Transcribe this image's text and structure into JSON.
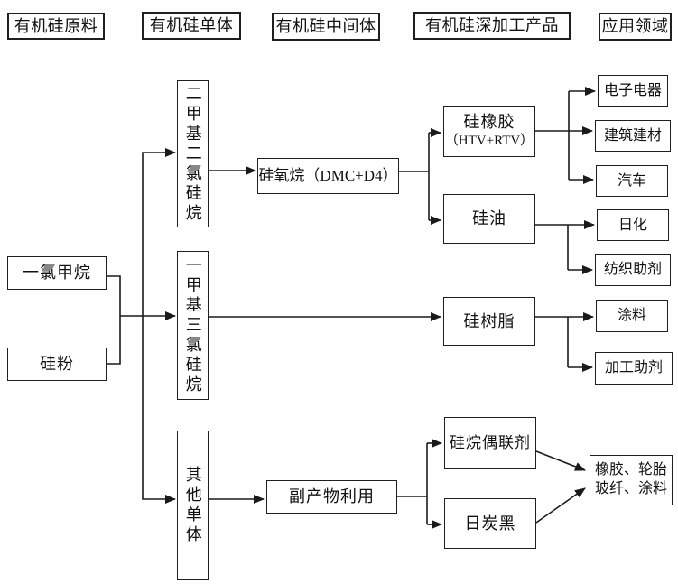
{
  "headers": {
    "raw_materials": "有机硅原料",
    "monomers": "有机硅单体",
    "intermediates": "有机硅中间体",
    "products": "有机硅深加工产品",
    "applications": "应用领域"
  },
  "nodes": {
    "chloromethane": "一氯甲烷",
    "silicon_powder": "硅粉",
    "dimethyldichlorosilane": "二甲基二氯硅烷",
    "methyltrichlorosilane": "一甲基三氯硅烷",
    "other_monomers": "其他单体",
    "siloxane": "硅氧烷（DMC+D4）",
    "byproduct_utilization": "副产物利用",
    "silicone_rubber_line1": "硅橡胶",
    "silicone_rubber_line2": "（HTV+RTV）",
    "silicone_oil": "硅油",
    "silicone_resin": "硅树脂",
    "silane_coupling_agent": "硅烷偶联剂",
    "carbon_black": "日炭黑",
    "electronics": "电子电器",
    "construction": "建筑建材",
    "automobile": "汽车",
    "daily_chemicals": "日化",
    "textile_auxiliaries": "纺织助剂",
    "coatings": "涂料",
    "processing_aids": "加工助剂",
    "rubber_tire_line1": "橡胶、轮胎",
    "rubber_tire_line2": "玻纤、涂料"
  },
  "edges": [
    {
      "from": "chloromethane",
      "to": "dimethyldichlorosilane"
    },
    {
      "from": "chloromethane",
      "to": "methyltrichlorosilane"
    },
    {
      "from": "chloromethane",
      "to": "other_monomers"
    },
    {
      "from": "silicon_powder",
      "to": "dimethyldichlorosilane"
    },
    {
      "from": "silicon_powder",
      "to": "methyltrichlorosilane"
    },
    {
      "from": "silicon_powder",
      "to": "other_monomers"
    },
    {
      "from": "dimethyldichlorosilane",
      "to": "siloxane"
    },
    {
      "from": "siloxane",
      "to": "silicone_rubber"
    },
    {
      "from": "siloxane",
      "to": "silicone_oil"
    },
    {
      "from": "methyltrichlorosilane",
      "to": "silicone_resin"
    },
    {
      "from": "other_monomers",
      "to": "byproduct_utilization"
    },
    {
      "from": "byproduct_utilization",
      "to": "silane_coupling_agent"
    },
    {
      "from": "byproduct_utilization",
      "to": "carbon_black"
    },
    {
      "from": "silicone_rubber",
      "to": "electronics"
    },
    {
      "from": "silicone_rubber",
      "to": "construction"
    },
    {
      "from": "silicone_rubber",
      "to": "automobile"
    },
    {
      "from": "silicone_oil",
      "to": "daily_chemicals"
    },
    {
      "from": "silicone_oil",
      "to": "textile_auxiliaries"
    },
    {
      "from": "silicone_resin",
      "to": "coatings"
    },
    {
      "from": "silicone_resin",
      "to": "processing_aids"
    },
    {
      "from": "silane_coupling_agent",
      "to": "rubber_tire_applications"
    },
    {
      "from": "carbon_black",
      "to": "rubber_tire_applications"
    }
  ],
  "colors": {
    "background": "#fefefe",
    "line": "#1a1a1a",
    "box_border": "#1f1f1f",
    "box_fill": "#ffffff",
    "text": "#111111"
  }
}
